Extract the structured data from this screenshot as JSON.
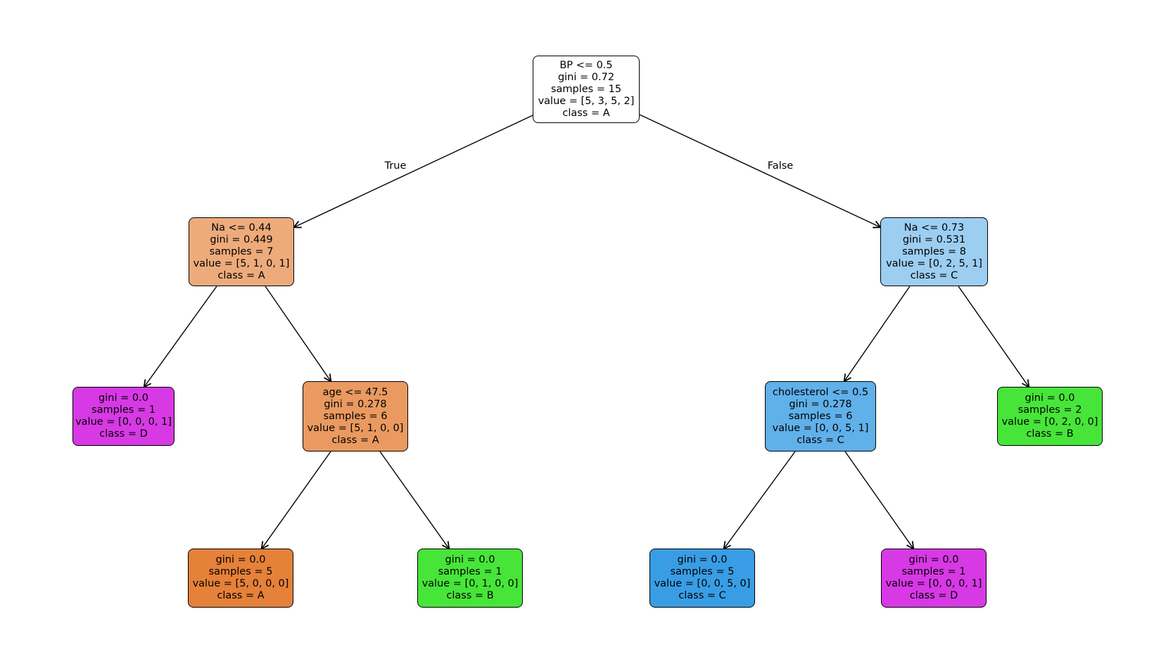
{
  "figure": {
    "kind": "decision-tree-plot",
    "background_color": "#ffffff",
    "edge_color": "#000000",
    "text_color": "#000000"
  },
  "palette": {
    "root_mixed": "#ffffff",
    "class_a_pure": "#e58139",
    "class_a_light": "#edab7b",
    "class_a_medium": "#ea9a60",
    "class_b_pure": "#47e539",
    "class_c_pure": "#399de5",
    "class_c_light": "#9ccef2",
    "class_c_medium": "#60b0ea",
    "class_d_pure": "#d739e5"
  },
  "nodes": [
    {
      "id": "root",
      "depth": 0,
      "fill": "#ffffff",
      "lines": [
        "BP <= 0.5",
        "gini = 0.72",
        "samples = 15",
        "value = [5, 3, 5, 2]",
        "class = A"
      ]
    },
    {
      "id": "na_le_044",
      "depth": 1,
      "fill": "#edab7b",
      "lines": [
        "Na <= 0.44",
        "gini = 0.449",
        "samples = 7",
        "value = [5, 1, 0, 1]",
        "class = A"
      ]
    },
    {
      "id": "na_le_073",
      "depth": 1,
      "fill": "#9ccef2",
      "lines": [
        "Na <= 0.73",
        "gini = 0.531",
        "samples = 8",
        "value = [0, 2, 5, 1]",
        "class = C"
      ]
    },
    {
      "id": "leaf_d_1",
      "depth": 2,
      "fill": "#d739e5",
      "lines": [
        "gini = 0.0",
        "samples = 1",
        "value = [0, 0, 0, 1]",
        "class = D"
      ]
    },
    {
      "id": "age_le_475",
      "depth": 2,
      "fill": "#ea9a60",
      "lines": [
        "age <= 47.5",
        "gini = 0.278",
        "samples = 6",
        "value = [5, 1, 0, 0]",
        "class = A"
      ]
    },
    {
      "id": "cholesterol_le_05",
      "depth": 2,
      "fill": "#60b0ea",
      "lines": [
        "cholesterol <= 0.5",
        "gini = 0.278",
        "samples = 6",
        "value = [0, 0, 5, 1]",
        "class = C"
      ]
    },
    {
      "id": "leaf_b_2",
      "depth": 2,
      "fill": "#47e539",
      "lines": [
        "gini = 0.0",
        "samples = 2",
        "value = [0, 2, 0, 0]",
        "class = B"
      ]
    },
    {
      "id": "leaf_a",
      "depth": 3,
      "fill": "#e58139",
      "lines": [
        "gini = 0.0",
        "samples = 5",
        "value = [5, 0, 0, 0]",
        "class = A"
      ]
    },
    {
      "id": "leaf_b_1",
      "depth": 3,
      "fill": "#47e539",
      "lines": [
        "gini = 0.0",
        "samples = 1",
        "value = [0, 1, 0, 0]",
        "class = B"
      ]
    },
    {
      "id": "leaf_c",
      "depth": 3,
      "fill": "#399de5",
      "lines": [
        "gini = 0.0",
        "samples = 5",
        "value = [0, 0, 5, 0]",
        "class = C"
      ]
    },
    {
      "id": "leaf_d_2",
      "depth": 3,
      "fill": "#d739e5",
      "lines": [
        "gini = 0.0",
        "samples = 1",
        "value = [0, 0, 0, 1]",
        "class = D"
      ]
    }
  ],
  "edges": [
    {
      "from": "root",
      "to": "na_le_044",
      "label": "True"
    },
    {
      "from": "root",
      "to": "na_le_073",
      "label": "False"
    },
    {
      "from": "na_le_044",
      "to": "leaf_d_1",
      "label": ""
    },
    {
      "from": "na_le_044",
      "to": "age_le_475",
      "label": ""
    },
    {
      "from": "na_le_073",
      "to": "cholesterol_le_05",
      "label": ""
    },
    {
      "from": "na_le_073",
      "to": "leaf_b_2",
      "label": ""
    },
    {
      "from": "age_le_475",
      "to": "leaf_a",
      "label": ""
    },
    {
      "from": "age_le_475",
      "to": "leaf_b_1",
      "label": ""
    },
    {
      "from": "cholesterol_le_05",
      "to": "leaf_c",
      "label": ""
    },
    {
      "from": "cholesterol_le_05",
      "to": "leaf_d_2",
      "label": ""
    }
  ]
}
